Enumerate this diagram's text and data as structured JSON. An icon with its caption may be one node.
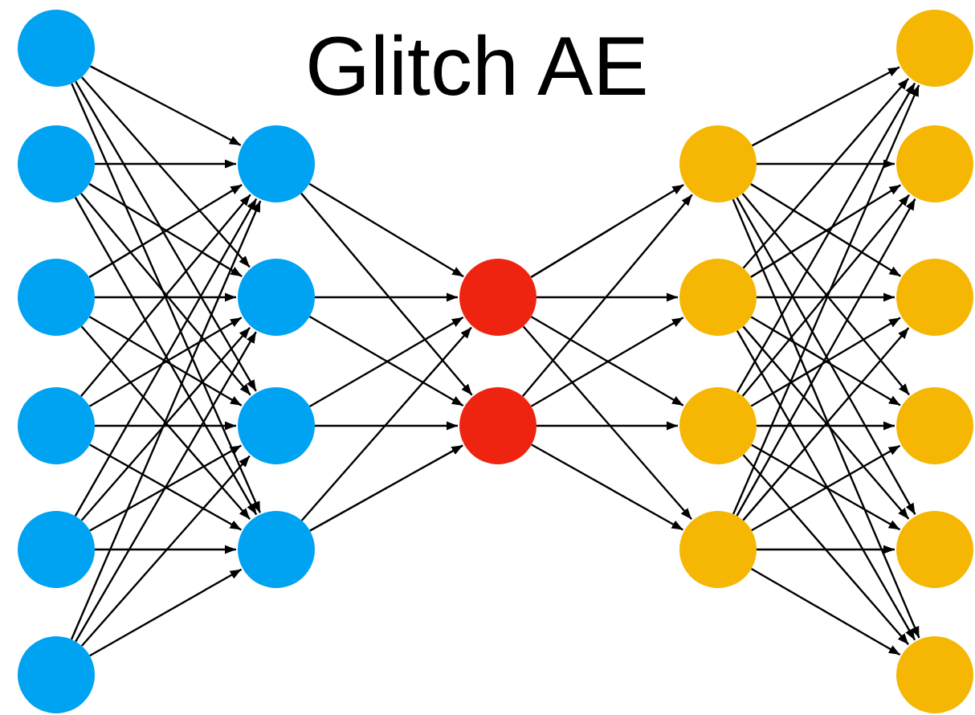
{
  "diagram": {
    "title": "Glitch AE",
    "nodes": [
      {
        "text": [],
        "shape": "circle"
      },
      {
        "text": [],
        "shape": "circle"
      },
      {
        "text": [],
        "shape": "circle"
      },
      {
        "text": [],
        "shape": "circle"
      },
      {
        "text": [],
        "shape": "circle"
      },
      {
        "text": [],
        "shape": "circle"
      },
      {
        "text": [],
        "shape": "circle"
      },
      {
        "text": [],
        "shape": "circle"
      },
      {
        "text": [],
        "shape": "circle"
      },
      {
        "text": [],
        "shape": "circle"
      },
      {
        "text": [],
        "shape": "circle"
      },
      {
        "text": [],
        "shape": "circle"
      },
      {
        "text": [],
        "shape": "circle"
      },
      {
        "text": [],
        "shape": "circle"
      },
      {
        "text": [],
        "shape": "circle"
      },
      {
        "text": [],
        "shape": "circle"
      },
      {
        "text": [],
        "shape": "circle"
      },
      {
        "text": [],
        "shape": "circle"
      },
      {
        "text": [],
        "shape": "circle"
      },
      {
        "text": [],
        "shape": "circle"
      },
      {
        "text": [],
        "shape": "circle"
      },
      {
        "text": [],
        "shape": "circle"
      }
    ],
    "edges": [
      {
        "from": 0,
        "to": 6,
        "arrow": "to"
      },
      {
        "from": 0,
        "to": 7,
        "arrow": "to"
      },
      {
        "from": 0,
        "to": 8,
        "arrow": "to"
      },
      {
        "from": 0,
        "to": 9,
        "arrow": "to"
      },
      {
        "from": 1,
        "to": 6,
        "arrow": "to"
      },
      {
        "from": 1,
        "to": 7,
        "arrow": "to"
      },
      {
        "from": 1,
        "to": 8,
        "arrow": "to"
      },
      {
        "from": 1,
        "to": 9,
        "arrow": "to"
      },
      {
        "from": 2,
        "to": 6,
        "arrow": "to"
      },
      {
        "from": 2,
        "to": 7,
        "arrow": "to"
      },
      {
        "from": 2,
        "to": 8,
        "arrow": "to"
      },
      {
        "from": 2,
        "to": 9,
        "arrow": "to"
      },
      {
        "from": 3,
        "to": 6,
        "arrow": "to"
      },
      {
        "from": 3,
        "to": 7,
        "arrow": "to"
      },
      {
        "from": 3,
        "to": 8,
        "arrow": "to"
      },
      {
        "from": 3,
        "to": 9,
        "arrow": "to"
      },
      {
        "from": 4,
        "to": 6,
        "arrow": "to"
      },
      {
        "from": 4,
        "to": 7,
        "arrow": "to"
      },
      {
        "from": 4,
        "to": 8,
        "arrow": "to"
      },
      {
        "from": 4,
        "to": 9,
        "arrow": "to"
      },
      {
        "from": 5,
        "to": 6,
        "arrow": "to"
      },
      {
        "from": 5,
        "to": 7,
        "arrow": "to"
      },
      {
        "from": 5,
        "to": 8,
        "arrow": "to"
      },
      {
        "from": 5,
        "to": 9,
        "arrow": "to"
      },
      {
        "from": 6,
        "to": 10,
        "arrow": "to"
      },
      {
        "from": 6,
        "to": 11,
        "arrow": "to"
      },
      {
        "from": 7,
        "to": 10,
        "arrow": "to"
      },
      {
        "from": 7,
        "to": 11,
        "arrow": "to"
      },
      {
        "from": 8,
        "to": 10,
        "arrow": "to"
      },
      {
        "from": 8,
        "to": 11,
        "arrow": "to"
      },
      {
        "from": 9,
        "to": 10,
        "arrow": "to"
      },
      {
        "from": 9,
        "to": 11,
        "arrow": "to"
      },
      {
        "from": 10,
        "to": 12,
        "arrow": "to"
      },
      {
        "from": 10,
        "to": 13,
        "arrow": "to"
      },
      {
        "from": 10,
        "to": 14,
        "arrow": "to"
      },
      {
        "from": 10,
        "to": 15,
        "arrow": "to"
      },
      {
        "from": 11,
        "to": 12,
        "arrow": "to"
      },
      {
        "from": 11,
        "to": 13,
        "arrow": "to"
      },
      {
        "from": 11,
        "to": 14,
        "arrow": "to"
      },
      {
        "from": 11,
        "to": 15,
        "arrow": "to"
      },
      {
        "from": 12,
        "to": 16,
        "arrow": "to"
      },
      {
        "from": 12,
        "to": 17,
        "arrow": "to"
      },
      {
        "from": 12,
        "to": 18,
        "arrow": "to"
      },
      {
        "from": 12,
        "to": 19,
        "arrow": "to"
      },
      {
        "from": 12,
        "to": 20,
        "arrow": "to"
      },
      {
        "from": 12,
        "to": 21,
        "arrow": "to"
      },
      {
        "from": 13,
        "to": 16,
        "arrow": "to"
      },
      {
        "from": 13,
        "to": 17,
        "arrow": "to"
      },
      {
        "from": 13,
        "to": 18,
        "arrow": "to"
      },
      {
        "from": 13,
        "to": 19,
        "arrow": "to"
      },
      {
        "from": 13,
        "to": 20,
        "arrow": "to"
      },
      {
        "from": 13,
        "to": 21,
        "arrow": "to"
      },
      {
        "from": 14,
        "to": 16,
        "arrow": "to"
      },
      {
        "from": 14,
        "to": 17,
        "arrow": "to"
      },
      {
        "from": 14,
        "to": 18,
        "arrow": "to"
      },
      {
        "from": 14,
        "to": 19,
        "arrow": "to"
      },
      {
        "from": 14,
        "to": 20,
        "arrow": "to"
      },
      {
        "from": 14,
        "to": 21,
        "arrow": "to"
      },
      {
        "from": 15,
        "to": 16,
        "arrow": "to"
      },
      {
        "from": 15,
        "to": 17,
        "arrow": "to"
      },
      {
        "from": 15,
        "to": 18,
        "arrow": "to"
      },
      {
        "from": 15,
        "to": 19,
        "arrow": "to"
      },
      {
        "from": 15,
        "to": 20,
        "arrow": "to"
      },
      {
        "from": 15,
        "to": 21,
        "arrow": "to"
      }
    ]
  }
}
